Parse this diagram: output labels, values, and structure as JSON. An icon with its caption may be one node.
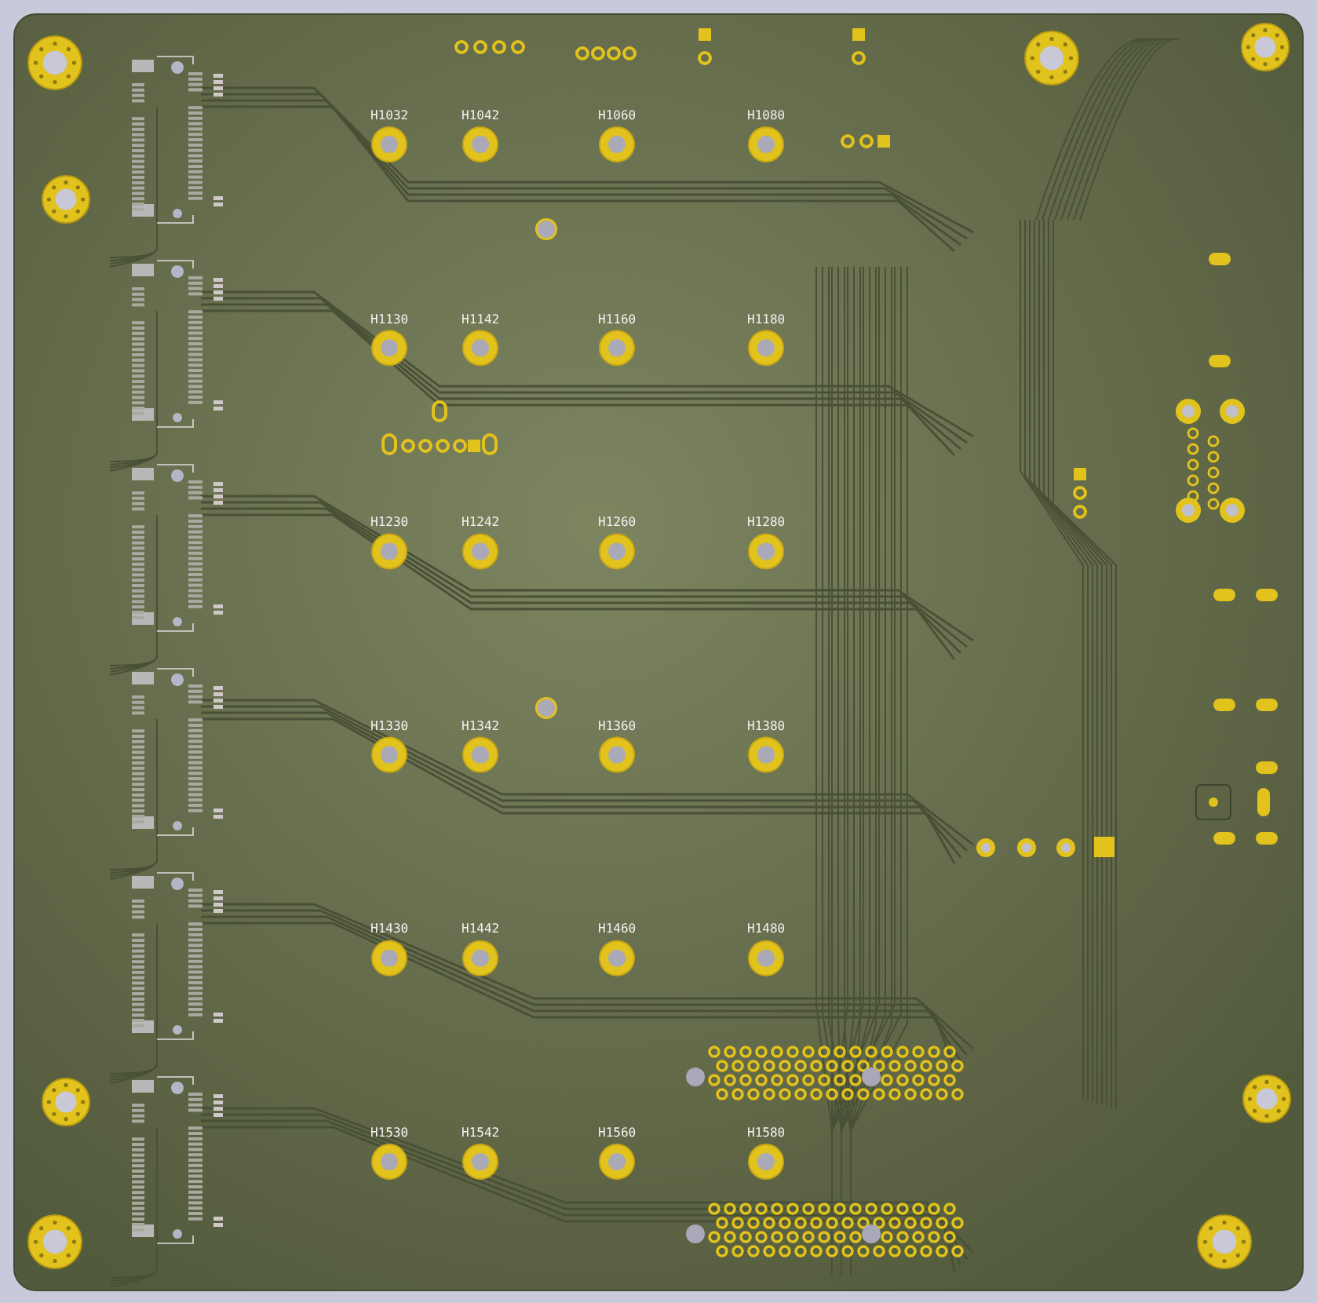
{
  "diagram": {
    "labels": [
      "H1032",
      "H1042",
      "H1060",
      "H1080",
      "H1130",
      "H1142",
      "H1160",
      "H1180",
      "H1230",
      "H1242",
      "H1260",
      "H1280",
      "H1330",
      "H1342",
      "H1360",
      "H1380",
      "H1430",
      "H1442",
      "H1460",
      "H1480",
      "H1530",
      "H1542",
      "H1560",
      "H1580"
    ]
  }
}
